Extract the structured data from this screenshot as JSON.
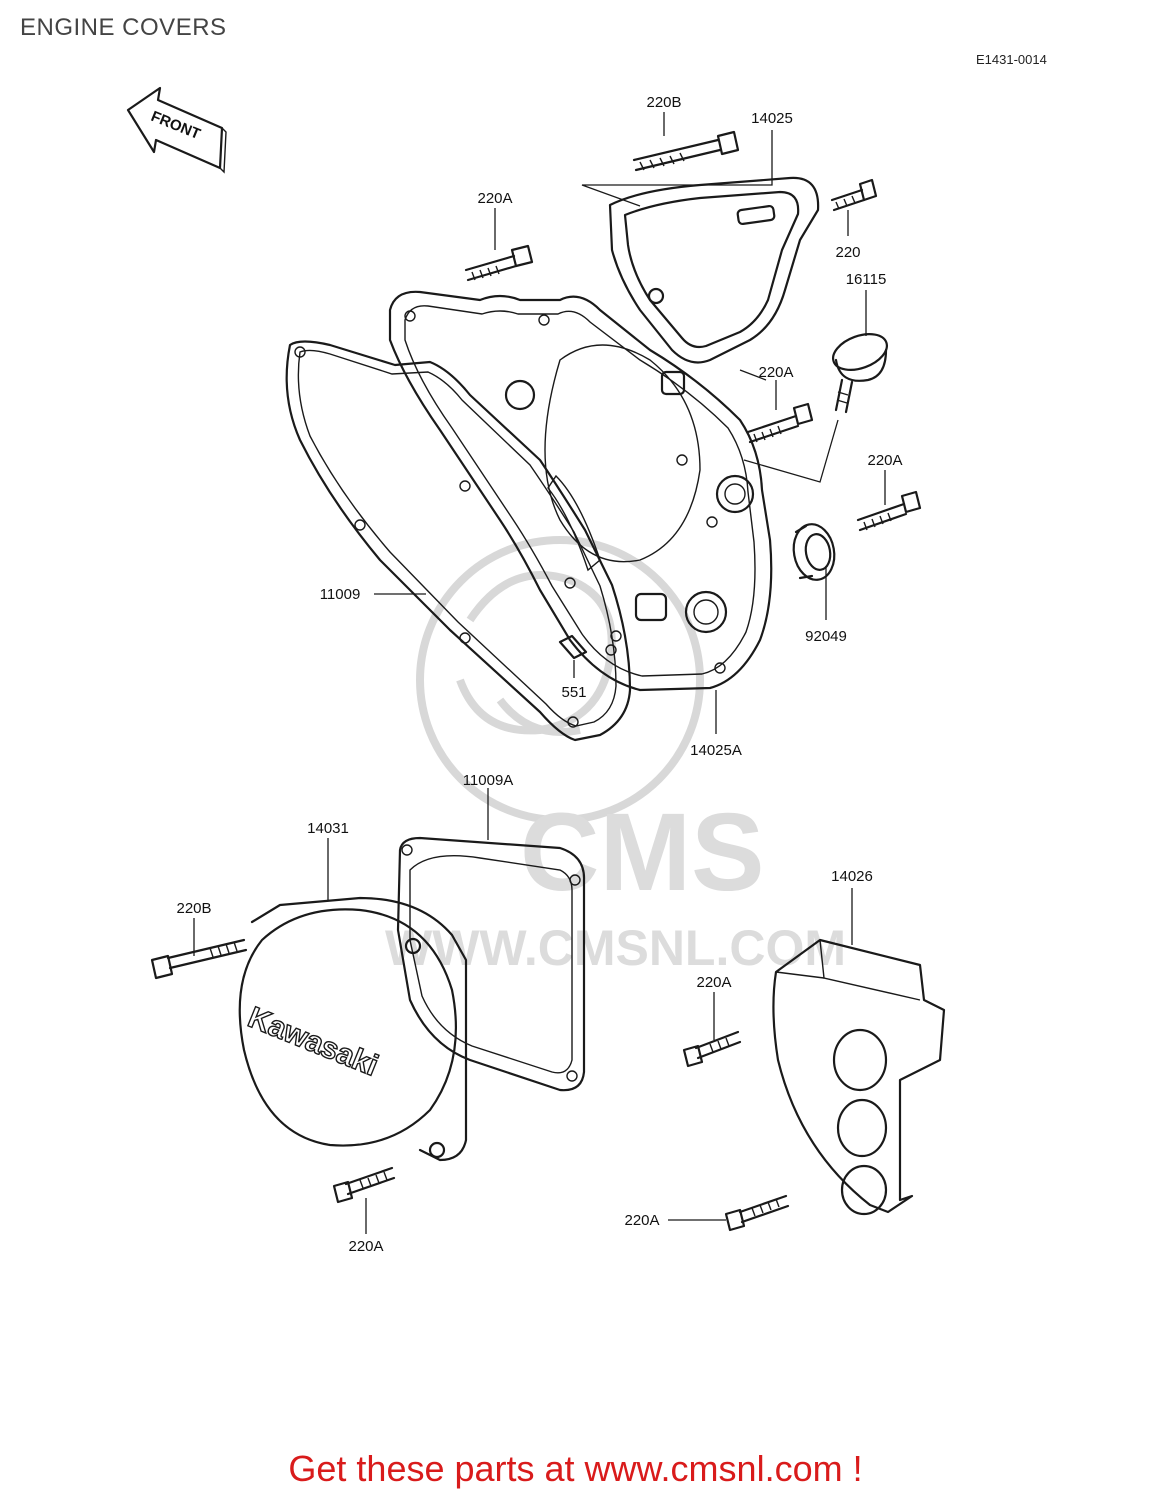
{
  "title": "ENGINE COVERS",
  "diagram_code": "E1431-0014",
  "front_label": "FRONT",
  "cover_brand": "Kawasaki",
  "watermark": {
    "brand": "CMS",
    "url": "WWW.CMSNL.COM"
  },
  "callouts": [
    {
      "id": "c1",
      "text": "220B"
    },
    {
      "id": "c2",
      "text": "14025"
    },
    {
      "id": "c3",
      "text": "220A"
    },
    {
      "id": "c4",
      "text": "220"
    },
    {
      "id": "c5",
      "text": "16115"
    },
    {
      "id": "c6",
      "text": "220A"
    },
    {
      "id": "c7",
      "text": "220A"
    },
    {
      "id": "c8",
      "text": "11009"
    },
    {
      "id": "c9",
      "text": "92049"
    },
    {
      "id": "c10",
      "text": "551"
    },
    {
      "id": "c11",
      "text": "14025A"
    },
    {
      "id": "c12",
      "text": "11009A"
    },
    {
      "id": "c13",
      "text": "14031"
    },
    {
      "id": "c14",
      "text": "14026"
    },
    {
      "id": "c15",
      "text": "220B"
    },
    {
      "id": "c16",
      "text": "220A"
    },
    {
      "id": "c17",
      "text": "220A"
    },
    {
      "id": "c18",
      "text": "220A"
    }
  ],
  "footer": "Get these parts at www.cmsnl.com !"
}
